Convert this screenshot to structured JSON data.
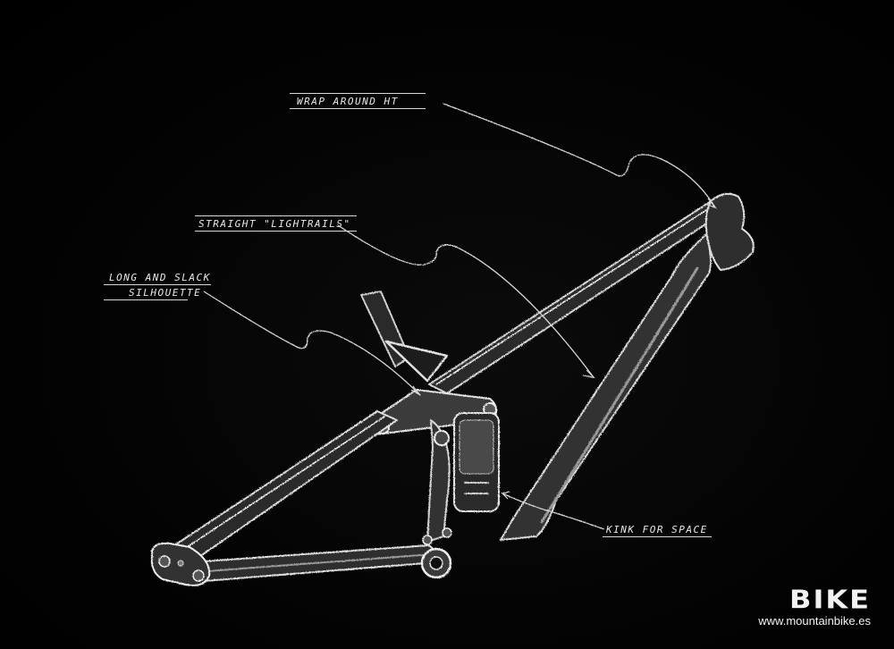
{
  "annotations": {
    "wrap": "WRAP AROUND HT",
    "rails": "STRAIGHT \"LIGHTRAILS\"",
    "long_line1": "LONG AND SLACK",
    "long_line2": "SILHOUETTE",
    "kink": "KINK FOR SPACE"
  },
  "watermark": {
    "brand": "BIKE",
    "url": "www.mountainbike.es"
  },
  "colors": {
    "background": "#000000",
    "chalk": "#e6e6e6"
  }
}
